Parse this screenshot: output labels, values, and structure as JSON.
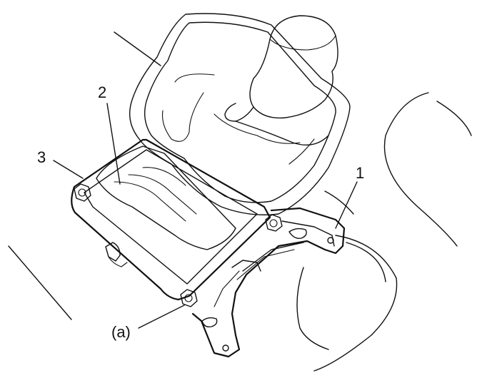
{
  "labels": {
    "part_1": "1",
    "part_2": "2",
    "part_3": "3",
    "fastener_a": "(a)"
  }
}
